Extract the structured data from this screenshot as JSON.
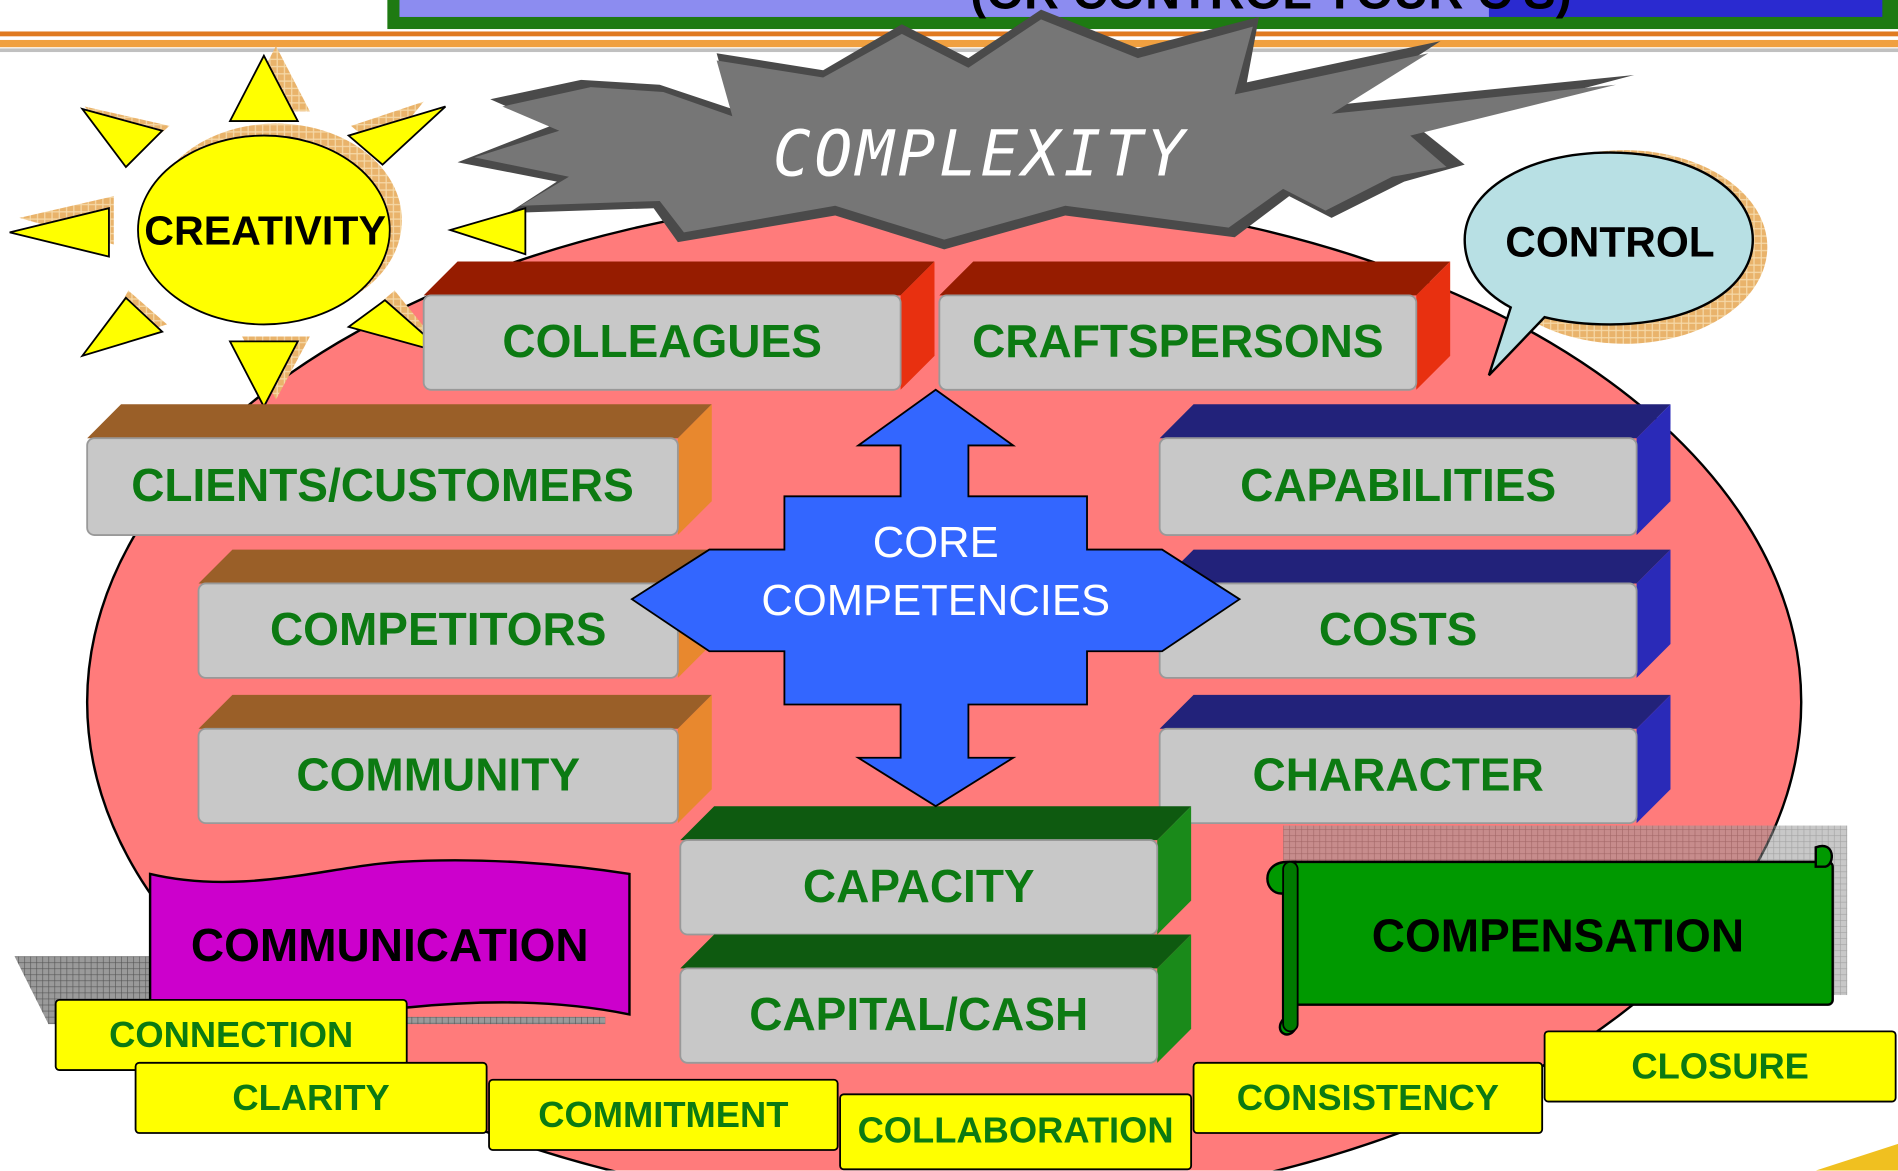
{
  "title_fragment": "(OR CONTROL YOUR C'S)",
  "center": {
    "line1": "CORE",
    "line2": "COMPETENCIES"
  },
  "callouts": {
    "complexity": "COMPLEXITY",
    "creativity": "CREATIVITY",
    "control": "CONTROL"
  },
  "blocks": {
    "colleagues": "COLLEAGUES",
    "craftspersons": "CRAFTSPERSONS",
    "clients": "CLIENTS/CUSTOMERS",
    "competitors": "COMPETITORS",
    "community": "COMMUNITY",
    "capabilities": "CAPABILITIES",
    "costs": "COSTS",
    "character": "CHARACTER",
    "capacity": "CAPACITY",
    "capital": "CAPITAL/CASH"
  },
  "banners": {
    "communication": "COMMUNICATION",
    "compensation": "COMPENSATION"
  },
  "tags": {
    "connection": "CONNECTION",
    "clarity": "CLARITY",
    "commitment": "COMMITMENT",
    "collaboration": "COLLABORATION",
    "consistency": "CONSISTENCY",
    "closure": "CLOSURE"
  },
  "colors": {
    "ellipse": "#ff7b7b",
    "label_green": "#0c7a12",
    "arrow_blue": "#3366ff",
    "face_gray": "#c8c8c8",
    "tag_yellow": "#ffff00"
  }
}
